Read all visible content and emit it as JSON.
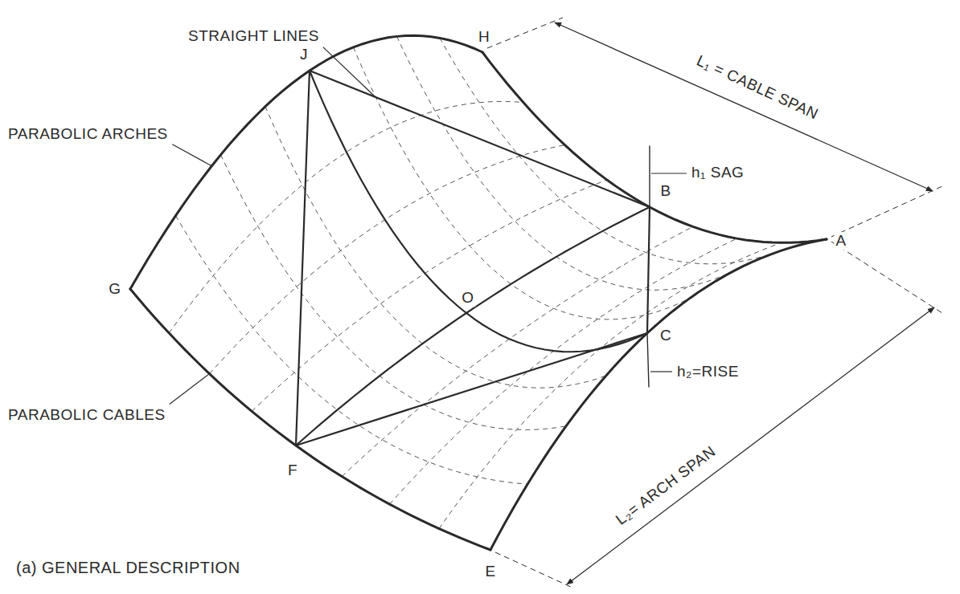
{
  "diagram": {
    "caption": "(a) GENERAL DESCRIPTION",
    "labels": [
      "STRAIGHT LINES",
      "H",
      "J",
      "L₁ = CABLE SPAN",
      "h₁ SAG",
      "B",
      "PARABOLIC ARCHES",
      "G",
      "O",
      "A",
      "C",
      "h₂=RISE",
      "PARABOLIC CABLES",
      "F",
      "E",
      "L₂= ARCH SPAN"
    ]
  }
}
